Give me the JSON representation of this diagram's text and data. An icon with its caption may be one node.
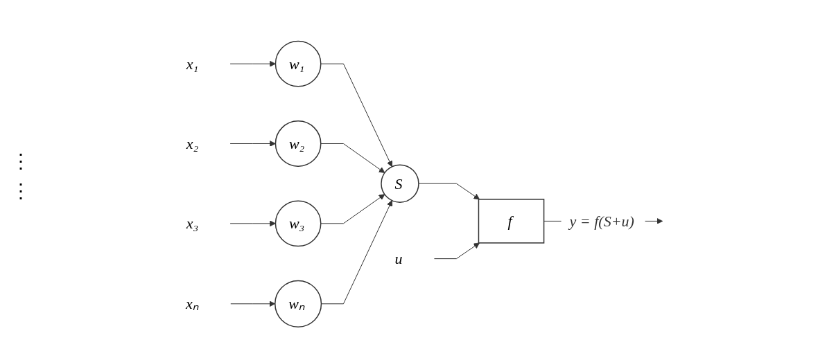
{
  "diagram": {
    "nodes": [
      {
        "text": [
          "x₁"
        ]
      },
      {
        "text": [
          "w₁"
        ]
      },
      {
        "text": [
          "x₂"
        ]
      },
      {
        "text": [
          "w₂"
        ]
      },
      {
        "text": [
          "x₃"
        ]
      },
      {
        "text": [
          "w₃"
        ]
      },
      {
        "text": [
          "xₙ"
        ]
      },
      {
        "text": [
          "wₙ"
        ]
      },
      {
        "text": [
          "S"
        ]
      },
      {
        "text": [
          "f"
        ]
      },
      {
        "text": [
          "u"
        ]
      }
    ],
    "edges": [
      {
        "from": 0,
        "to": 1,
        "arrow": "to"
      },
      {
        "from": 2,
        "to": 3,
        "arrow": "to"
      },
      {
        "from": 4,
        "to": 5,
        "arrow": "to"
      },
      {
        "from": 6,
        "to": 7,
        "arrow": "to"
      },
      {
        "from": 1,
        "to": 8,
        "arrow": "to"
      },
      {
        "from": 3,
        "to": 8,
        "arrow": "to"
      },
      {
        "from": 5,
        "to": 8,
        "arrow": "to"
      },
      {
        "from": 7,
        "to": 8,
        "arrow": "to"
      },
      {
        "from": 8,
        "to": 9,
        "arrow": "to"
      },
      {
        "from": 10,
        "to": 9,
        "arrow": "to"
      },
      {
        "from": 9,
        "to": null,
        "arrow": "to",
        "label": "y = f(S+u)"
      }
    ],
    "labels": [
      "⋮",
      "⋮"
    ]
  }
}
